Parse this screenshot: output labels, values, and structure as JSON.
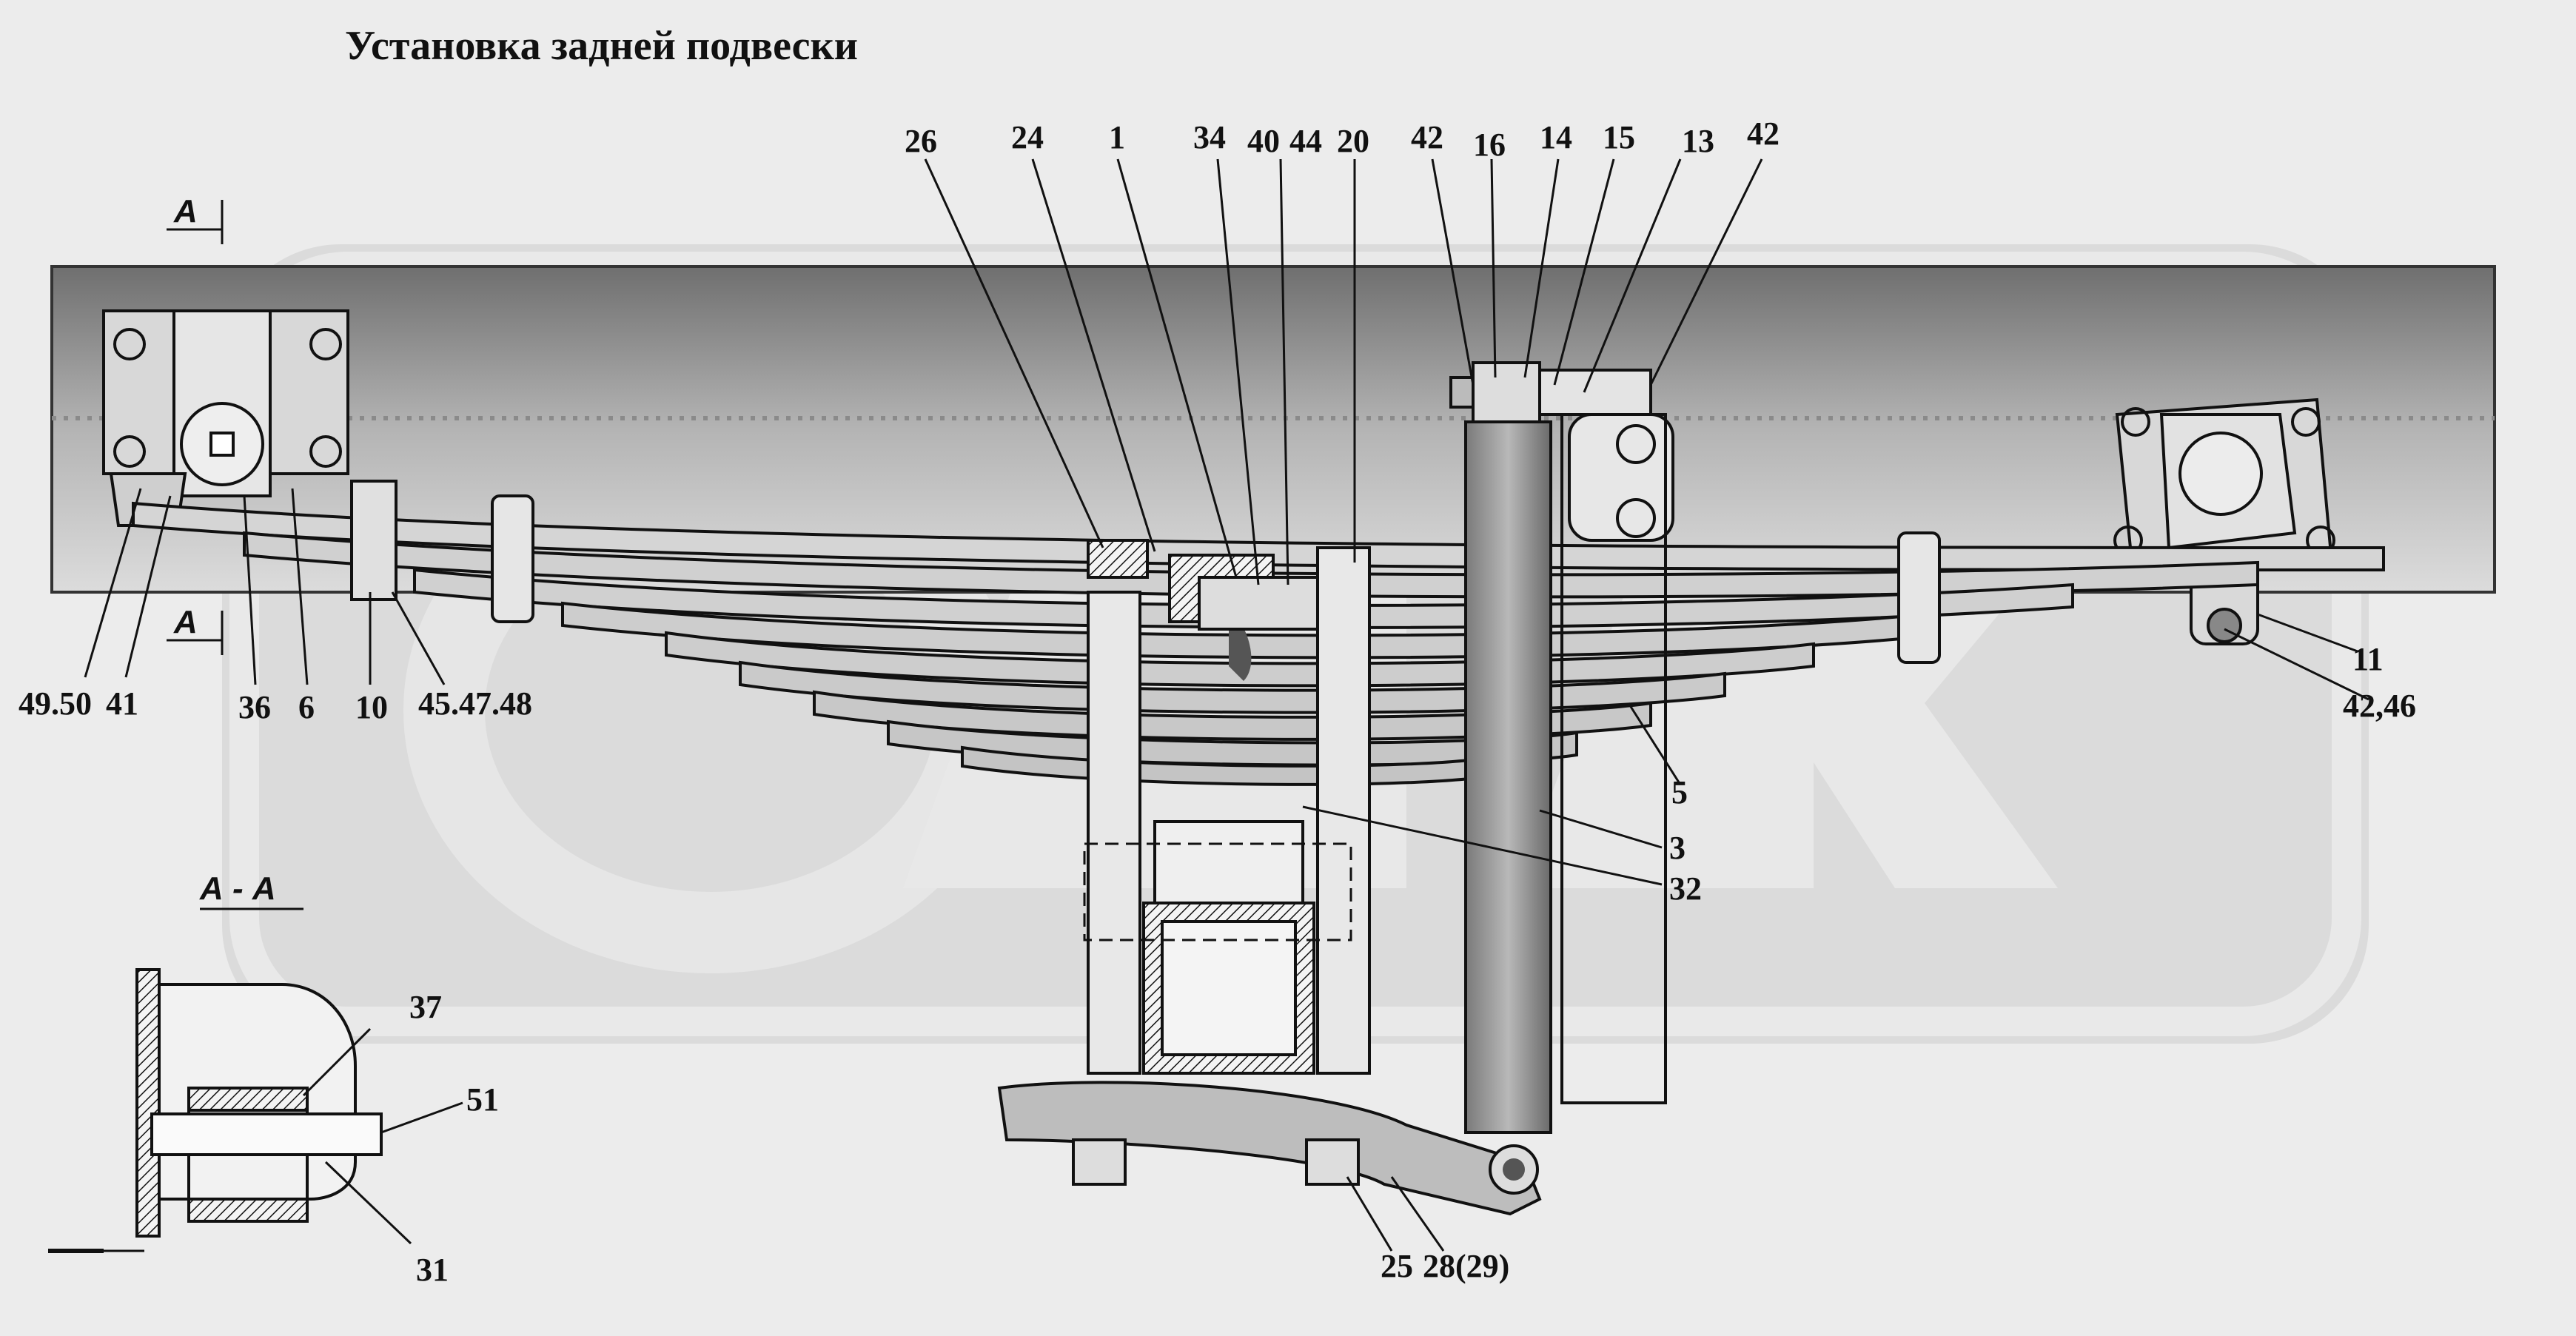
{
  "title": "Установка задней подвески",
  "section_marks": {
    "upper": "А",
    "lower": "А"
  },
  "section_title": "А - А",
  "watermark": "ОДК",
  "callouts": {
    "c26": "26",
    "c24": "24",
    "c1": "1",
    "c34": "34",
    "c40": "40",
    "c44": "44",
    "c20": "20",
    "c42a": "42",
    "c16": "16",
    "c14": "14",
    "c15": "15",
    "c13": "13",
    "c42b": "42",
    "c11": "11",
    "c4246": "42,46",
    "c5": "5",
    "c3": "3",
    "c32": "32",
    "c4950": "49.50",
    "c41": "41",
    "c36": "36",
    "c6": "6",
    "c10": "10",
    "c454748": "45.47.48",
    "c37": "37",
    "c51": "51",
    "c31": "31",
    "c25": "25",
    "c2829": "28(29)"
  },
  "colors": {
    "background": "#ececec",
    "frame": "#9a9a9a",
    "spring": "#d0d0d0",
    "watermark": "#d9d9d9",
    "line": "#111111"
  }
}
